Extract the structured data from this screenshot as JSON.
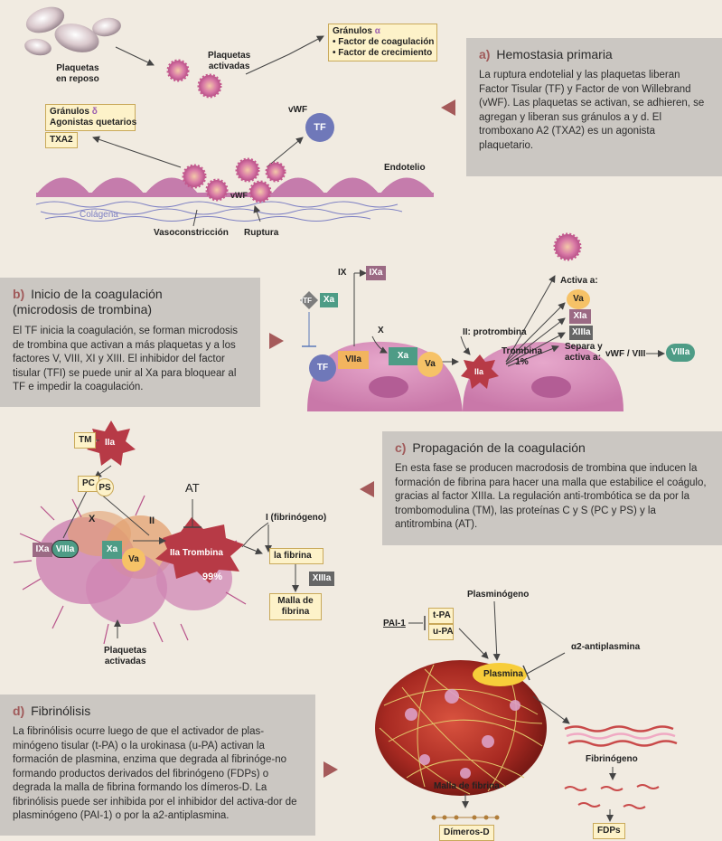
{
  "panel_a": {
    "letter": "a)",
    "title": "Hemostasia primaria",
    "text": "La ruptura endotelial y las plaquetas liberan Factor Tisular (TF) y Factor de von Willebrand (vWF). Las plaquetas se activan, se adhieren, se agregan y liberan sus gránulos a y d. El tromboxano A2 (TXA2) es un agonista plaquetario."
  },
  "panel_b": {
    "letter": "b)",
    "title_line1": "Inicio de la coagulación",
    "title_line2": "(microdosis de trombina)",
    "text": "El TF inicia la coagulación, se forman microdosis de trombina que activan a más plaquetas y a los factores V, VIII, XI y XIII. El inhibidor del factor tisular (TFI) se puede unir al Xa para bloquear al TF e impedir la coagulación."
  },
  "panel_c": {
    "letter": "c)",
    "title": "Propagación de la coagulación",
    "text": "En esta fase se producen macrodosis de trombina que inducen la formación de fibrina para hacer una malla que estabilice el coágulo, gracias al factor XIIIa. La regulación anti-trombótica se da por la trombomodulina (TM), las proteínas C y S (PC y PS) y la antitrombina (AT)."
  },
  "panel_d": {
    "letter": "d)",
    "title": "Fibrinólisis",
    "text": "La fibrinólisis ocurre luego de que el activador de plas-minógeno tisular (t-PA) o la urokinasa (u-PA) activan la formación de plasmina, enzima que degrada al fibrinóge-no formando productos derivados del fibrinógeno (FDPs) o degrada la malla de fibrina formando los dímeros-D. La fibrinólisis puede ser inhibida por el inhibidor del activa-dor de plasminógeno (PAI-1) o por la a2-antiplasmina."
  },
  "diagram_a": {
    "resting": "Plaquetas\nen reposo",
    "activated": "Plaquetas\nactivadas",
    "alpha_title": "Gránulos",
    "alpha_symbol": "α",
    "alpha_items": [
      "• Factor de coagulación",
      "• Factor de crecimiento"
    ],
    "delta_title": "Gránulos",
    "delta_symbol": "δ",
    "delta_sub": "Agonistas quetarios",
    "txa2": "TXA2",
    "vwf_top": "vWF",
    "tf": "TF",
    "endotelio": "Endotelio",
    "colagena": "Colágena",
    "vwf_small": "vWF",
    "vasoconstriccion": "Vasoconstricción",
    "ruptura": "Ruptura"
  },
  "diagram_b": {
    "ix": "IX",
    "ixa": "IXa",
    "itf": "ITF",
    "xa_top": "Xa",
    "x": "X",
    "tf": "TF",
    "viia": "VIIa",
    "xa": "Xa",
    "va": "Va",
    "ii_label": "II: protrombina",
    "iia": "IIa",
    "trombina": "Trombina\n1%",
    "activa": "Activa a:",
    "va2": "Va",
    "xia": "XIa",
    "xiiia": "XIIIa",
    "separa": "Separa y\nactiva a:",
    "vwf_viii": "vWF / VIII",
    "viiia": "VIIIa"
  },
  "diagram_c": {
    "tm": "TM",
    "iia": "IIa",
    "pc": "PC",
    "ps": "PS",
    "x": "X",
    "ii": "II",
    "at": "AT",
    "ixa": "IXa",
    "viiia": "VIIIa",
    "xa": "Xa",
    "va": "Va",
    "iia_trombina": "IIa Trombina",
    "percent": "99%",
    "fibrinogeno": "I (fibrinógeno)",
    "la_fibrina": "la fibrina",
    "xiiia": "XIIIa",
    "malla": "Malla de\nfibrina",
    "plaquetas": "Plaquetas\nactivadas"
  },
  "diagram_d": {
    "plasminogeno": "Plasminógeno",
    "pai1": "PAI-1",
    "tpa": "t-PA",
    "upa": "u-PA",
    "a2": "α2-antiplasmina",
    "plasmina": "Plasmina",
    "fibrinogeno": "Fibrinógeno",
    "malla": "Malla de fibrina",
    "dimeros": "Dímeros-D",
    "fdps": "FDPs"
  },
  "colors": {
    "accent": "#a55a5a",
    "panel": "#cbc7c2",
    "background": "#f1ebe1",
    "cell": "#cf86b4",
    "tf": "#6f78b9",
    "iia": "#b73a46",
    "xa": "#4e9c86",
    "va": "#f6c267",
    "ixa": "#9b6a84",
    "viia": "#f2b45e",
    "xiiia": "#666666",
    "box": "#fdf2c9"
  }
}
